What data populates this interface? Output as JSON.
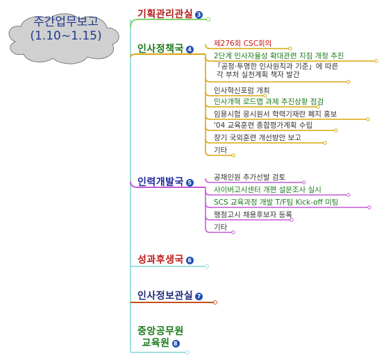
{
  "title": {
    "line1": "주간업무보고",
    "line2": "(1.10~1.15)"
  },
  "branches": [
    {
      "label": "기획관리관실",
      "badge": "3",
      "color": "#b51a1a",
      "line": "#7cd36a"
    },
    {
      "label": "인사정책국",
      "badge": "4",
      "color": "#1a7a1a",
      "line": "#d8a70d"
    },
    {
      "label": "인력개발국",
      "badge": "5",
      "color": "#1f2a9a",
      "line": "#c45ad6"
    },
    {
      "label": "성과후생국",
      "badge": "6",
      "color": "#c01a1a",
      "line": "#9fdede"
    },
    {
      "label": "인사정보관실",
      "badge": "7",
      "color": "#1f2a7a",
      "line": "#c4501a"
    },
    {
      "label_line1": "중앙공무원",
      "label_line2": "교육원",
      "badge": "8",
      "color": "#1a7a1a",
      "line": "#9fdede"
    }
  ],
  "policy_items": [
    {
      "text": "제276회 CSC회의",
      "color": "#d01010"
    },
    {
      "text": "2단계 인사자율성 확대관련 지침 개정 추진",
      "color": "#1a7a1a"
    },
    {
      "text": "「공정·투명한 인사원칙과 기준」에 따른",
      "text2": "각 부처 실천계획 책자 발간",
      "color": "#333333"
    },
    {
      "text": "인사혁신포럼 개최",
      "color": "#333333"
    },
    {
      "text": "인사개혁 로드맵 과제 추진상황 점검",
      "color": "#1a7a1a"
    },
    {
      "text": "임용시험 응시원서 학력기재란 폐지 홍보",
      "color": "#333333"
    },
    {
      "text": "'04 교육훈련 종합평가계획 수립",
      "color": "#333333"
    },
    {
      "text": "장기 국외훈련 개선방안 보고",
      "color": "#333333"
    },
    {
      "text": "기타",
      "color": "#333333"
    }
  ],
  "dev_items": [
    {
      "text": "공채인원 추가선발 검토",
      "color": "#333333"
    },
    {
      "text": "사이버고시센터 개편 설문조사 실시",
      "color": "#1a7a1a"
    },
    {
      "text": "SCS 교육과정 개발 T/F팀 Kick-off 미팅",
      "color": "#1a7a1a"
    },
    {
      "text": "행정고시 채용후보자 등록",
      "color": "#333333"
    },
    {
      "text": "기타",
      "color": "#333333"
    }
  ]
}
